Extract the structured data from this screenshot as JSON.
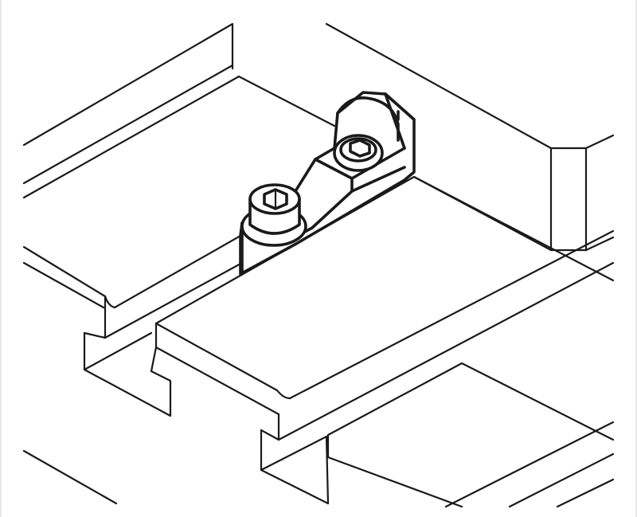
{
  "figure": {
    "kind": "technical-line-drawing",
    "subject": "clamping-claw-on-t-slot-table",
    "parts": [
      "machine-table",
      "t-slot",
      "rail",
      "clamp-body",
      "socket-head-bolt",
      "socket-head-bolt"
    ],
    "colors": {
      "line": "#1a1a1a",
      "background": "#ffffff",
      "frame": "#e6e6e6"
    }
  }
}
